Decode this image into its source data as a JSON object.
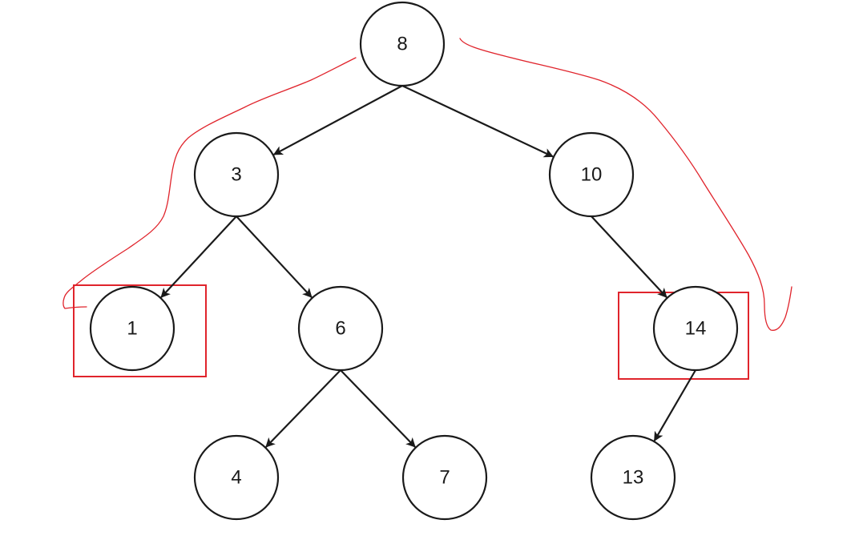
{
  "colors": {
    "node_stroke": "#1a1a1a",
    "edge_stroke": "#1a1a1a",
    "annotation": "#e0242c",
    "background": "#ffffff"
  },
  "tree": {
    "nodes": [
      {
        "id": "n8",
        "label": "8"
      },
      {
        "id": "n3",
        "label": "3"
      },
      {
        "id": "n10",
        "label": "10"
      },
      {
        "id": "n1",
        "label": "1"
      },
      {
        "id": "n6",
        "label": "6"
      },
      {
        "id": "n14",
        "label": "14"
      },
      {
        "id": "n4",
        "label": "4"
      },
      {
        "id": "n7",
        "label": "7"
      },
      {
        "id": "n13",
        "label": "13"
      }
    ],
    "edges": [
      {
        "from": "n8",
        "to": "n3"
      },
      {
        "from": "n8",
        "to": "n10"
      },
      {
        "from": "n3",
        "to": "n1"
      },
      {
        "from": "n3",
        "to": "n6"
      },
      {
        "from": "n10",
        "to": "n14"
      },
      {
        "from": "n6",
        "to": "n4"
      },
      {
        "from": "n6",
        "to": "n7"
      },
      {
        "from": "n14",
        "to": "n13"
      }
    ]
  },
  "annotations": {
    "highlighted_nodes": [
      "n1",
      "n14"
    ],
    "left_boundary_path": [
      "n8",
      "n3",
      "n1"
    ],
    "right_boundary_path": [
      "n8",
      "n10",
      "n14"
    ]
  }
}
